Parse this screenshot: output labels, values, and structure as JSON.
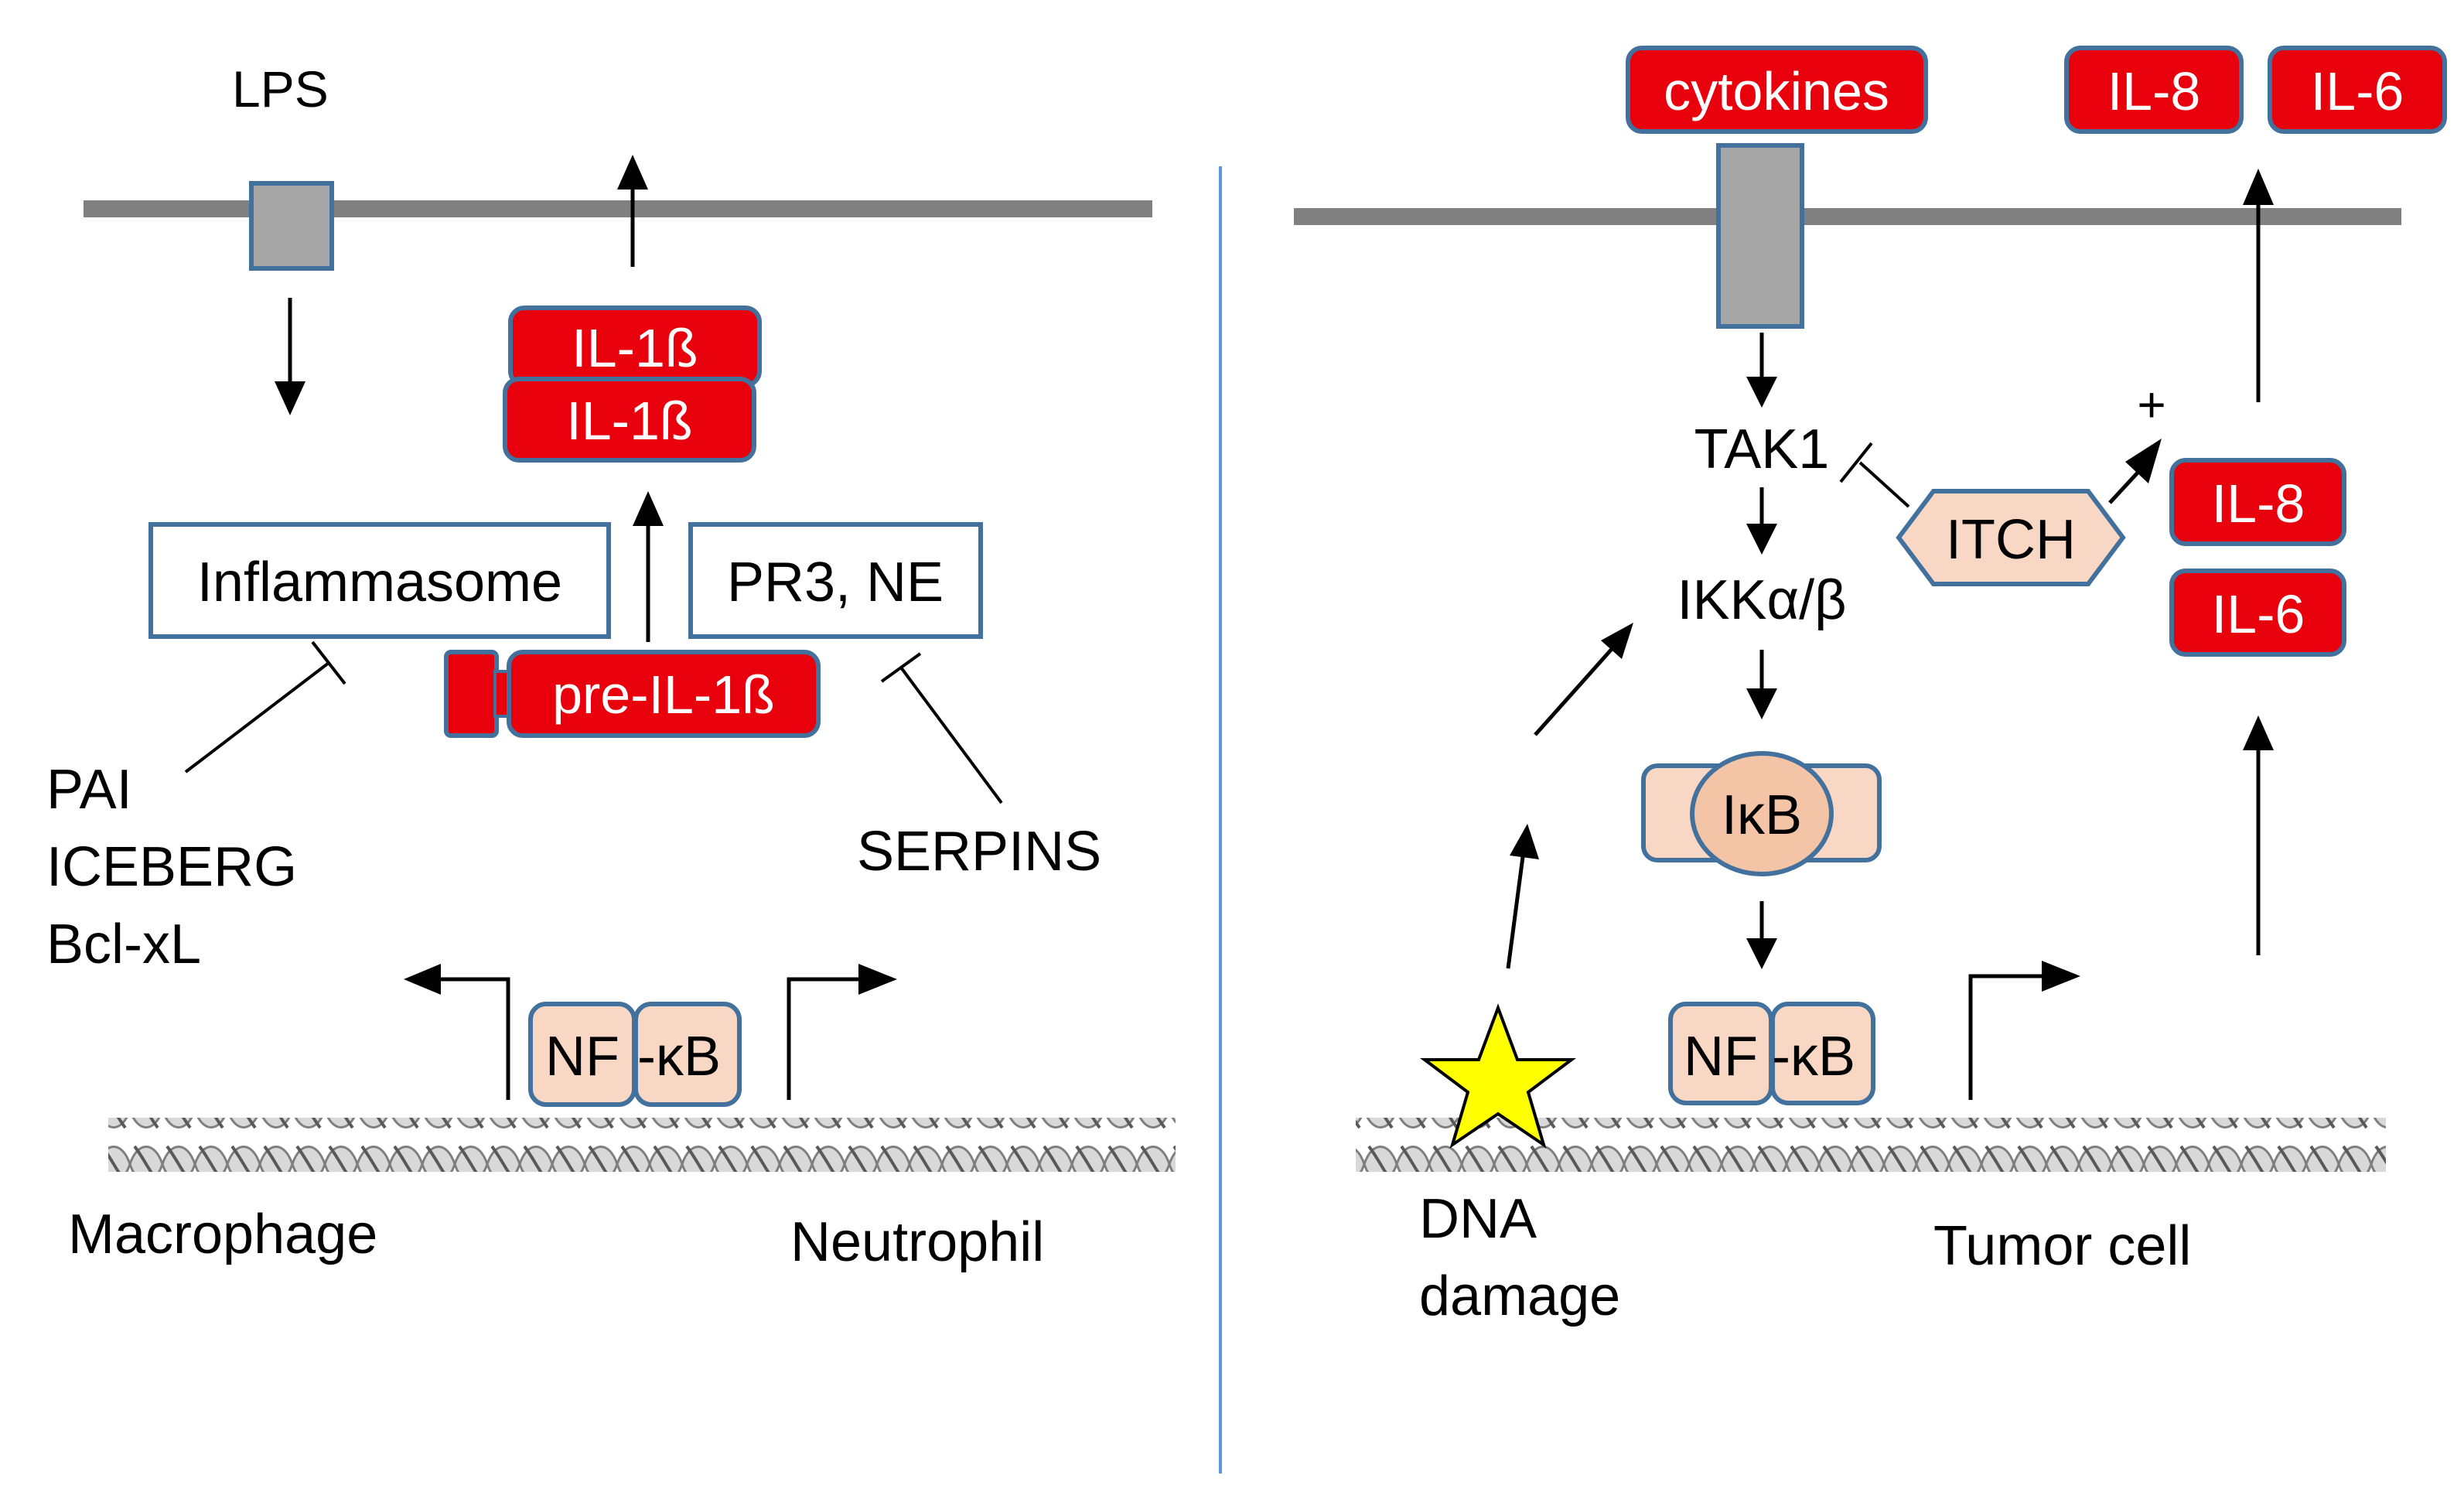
{
  "colors": {
    "membrane": "#808080",
    "receptor_fill": "#A6A6A6",
    "box_border": "#41719C",
    "red_fill": "#E8000C",
    "peach_fill": "#F8D8C4",
    "peach_dark": "#F3C4A6",
    "divider": "#5B9BD5",
    "star": "#FFFF00",
    "dna": "#BFBFBF"
  },
  "left_panel": {
    "lps": "LPS",
    "il1b_top": "IL-1ß",
    "il1b_bottom": "IL-1ß",
    "inflammasome": "Inflammasome",
    "pr3_ne": "PR3, NE",
    "pre_il1b": "pre-IL-1ß",
    "inhibitors": [
      "PAI",
      "ICEBERG",
      "Bcl-xL"
    ],
    "serpins": "SERPINS",
    "nf": "NF",
    "kb": "-κB",
    "macrophage": "Macrophage",
    "neutrophil": "Neutrophil"
  },
  "right_panel": {
    "cytokines": "cytokines",
    "il8_top": "IL-8",
    "il6_top": "IL-6",
    "tak1": "TAK1",
    "itch": "ITCH",
    "plus": "+",
    "il8_mid": "IL-8",
    "il6_mid": "IL-6",
    "ikk": "IKKα/β",
    "ikb": "IκB",
    "nf": "NF",
    "kb": "-κB",
    "dna_damage_line1": "DNA",
    "dna_damage_line2": "damage",
    "tumor_cell": "Tumor cell"
  }
}
